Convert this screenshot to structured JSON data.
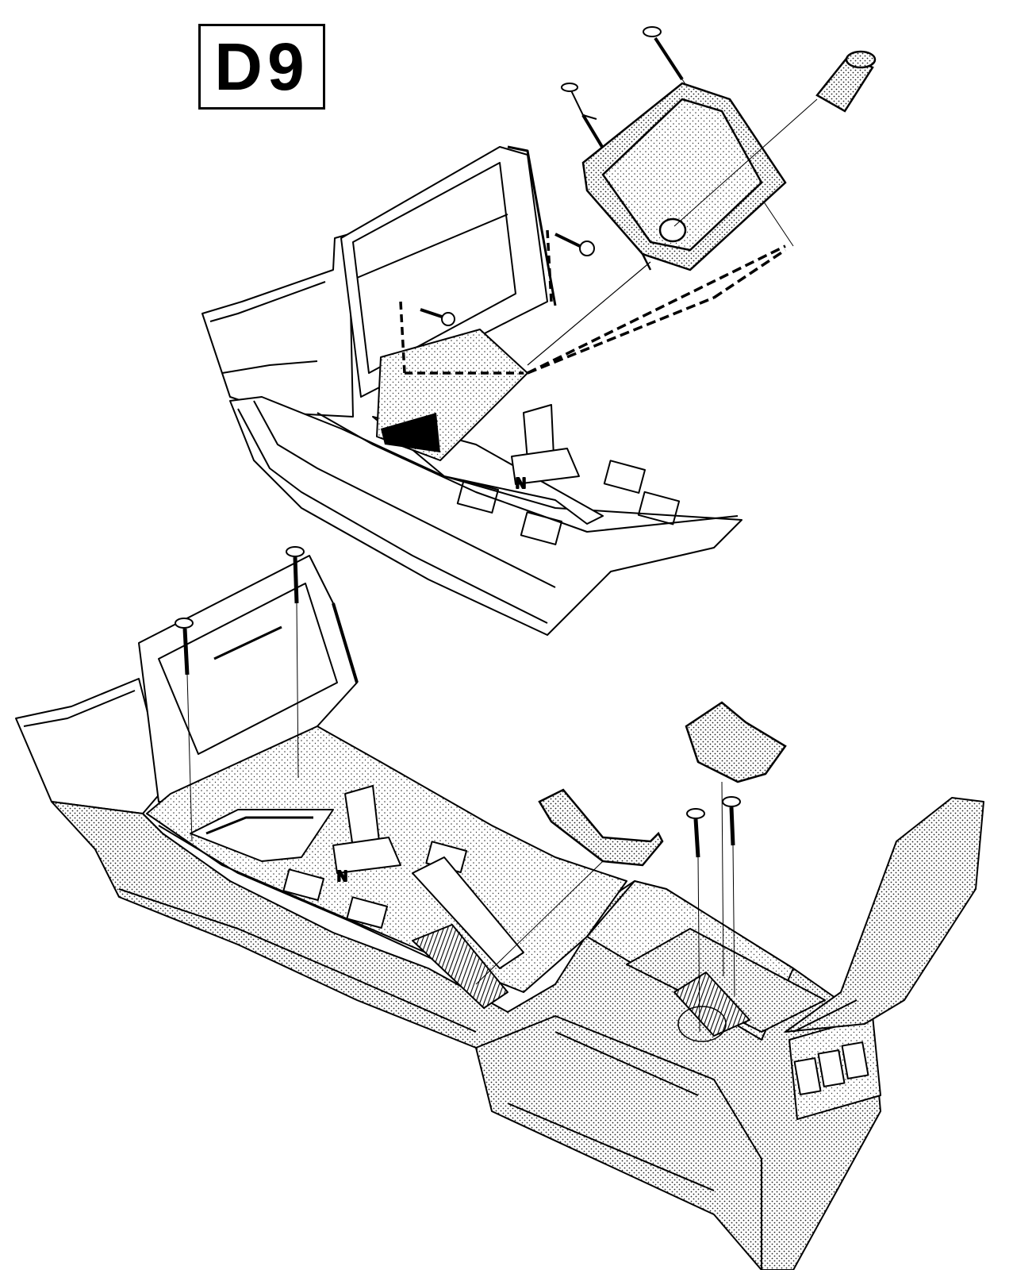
{
  "figure": {
    "label": "D9",
    "gear_marks": {
      "upper": "N",
      "lower": "N"
    }
  },
  "colors": {
    "ink": "#000000",
    "paper": "#ffffff",
    "stipple": "#1a1a1a"
  }
}
